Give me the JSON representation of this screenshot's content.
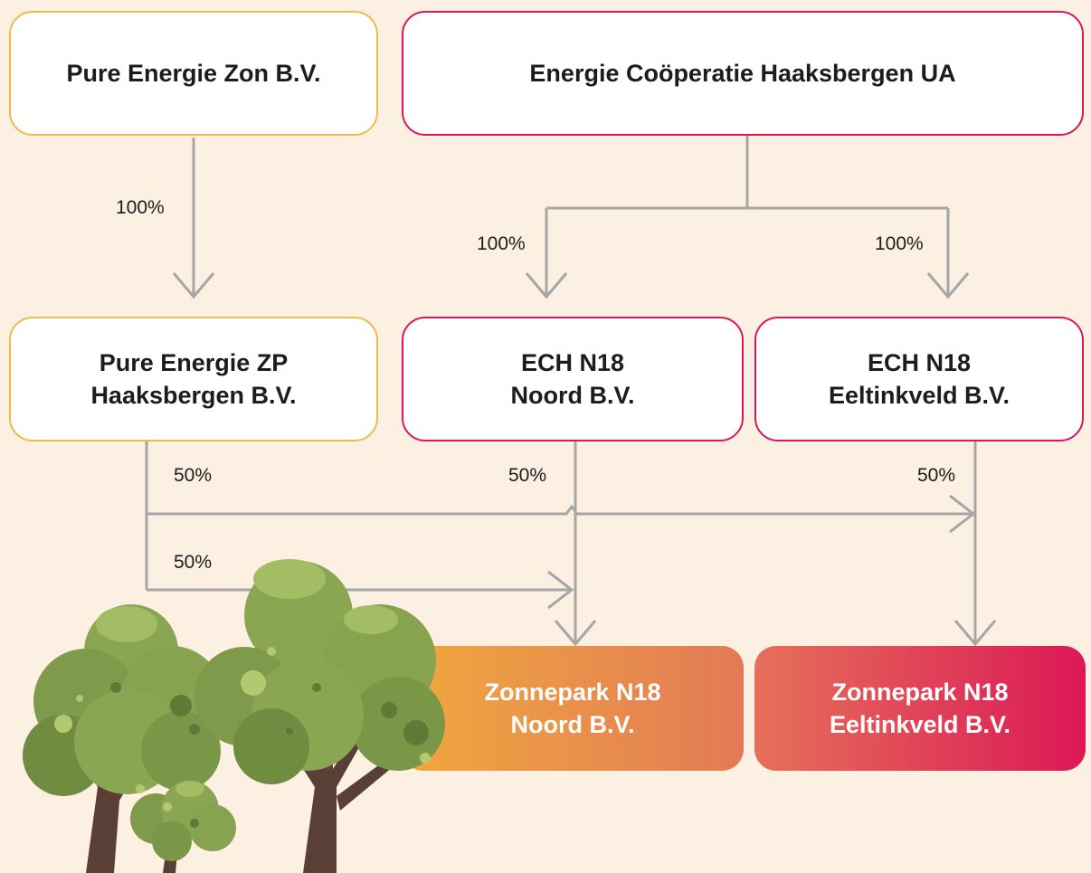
{
  "colors": {
    "background": "#fbf0e2",
    "orange_border": "#eebc4c",
    "red_border": "#d8185a",
    "connector": "#a6a6a6",
    "gradient_orange": [
      "#f0a83d",
      "#e27a57"
    ],
    "gradient_red": [
      "#e6705a",
      "#db1856"
    ]
  },
  "nodes": {
    "pure_energie_zon": "Pure Energie Zon B.V.",
    "ech_ua": "Energie Coöperatie Haaksbergen UA",
    "pure_energie_zp": "Pure Energie ZP\nHaaksbergen B.V.",
    "ech_noord": "ECH N18\nNoord B.V.",
    "ech_eeltink": "ECH N18\nEeltinkveld B.V.",
    "zonnepark_noord": "Zonnepark N18\nNoord B.V.",
    "zonnepark_eeltink": "Zonnepark N18\nEeltinkveld B.V."
  },
  "ownership": {
    "zon_to_zp": "100%",
    "ua_to_noord": "100%",
    "ua_to_eeltink": "100%",
    "zp_to_eeltink_park": "50%",
    "noord_to_noord_park": "50%",
    "eeltink_to_eeltink_park": "50%",
    "zp_to_noord_park": "50%"
  },
  "decoration": [
    "tree-illustration"
  ]
}
